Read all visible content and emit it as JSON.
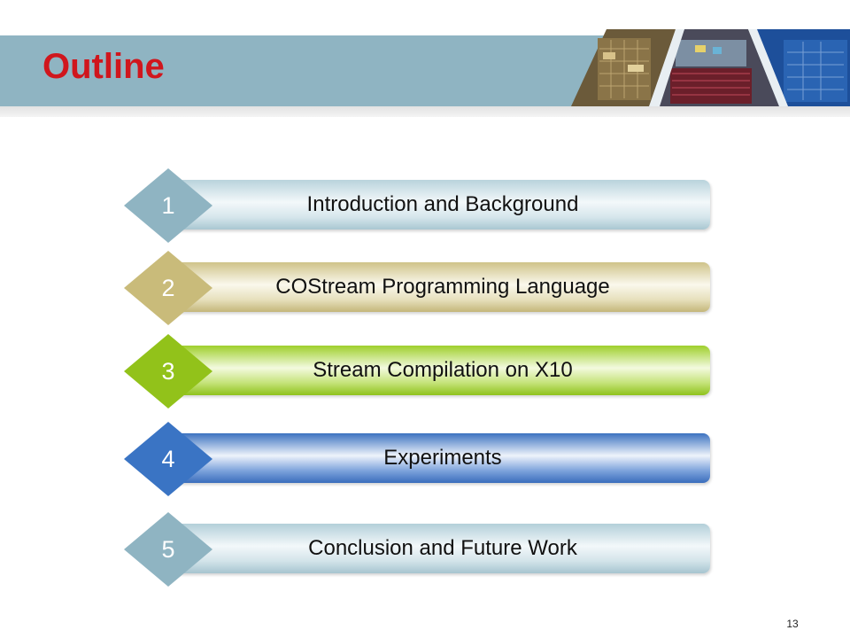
{
  "slide": {
    "title": "Outline",
    "page_number": "13"
  },
  "colors": {
    "header_band": "#8fb4c2",
    "title": "#d0161d",
    "diamond_1": "#8fb4c2",
    "diamond_2": "#c9bb7a",
    "diamond_3": "#92c21a",
    "diamond_4": "#3a74c4",
    "diamond_5": "#8fb4c2"
  },
  "outline": {
    "items": [
      {
        "number": "1",
        "label": "Introduction and Background"
      },
      {
        "number": "2",
        "label": "COStream Programming Language"
      },
      {
        "number": "3",
        "label": "Stream Compilation on X10"
      },
      {
        "number": "4",
        "label": "Experiments"
      },
      {
        "number": "5",
        "label": "Conclusion and Future Work"
      }
    ]
  }
}
